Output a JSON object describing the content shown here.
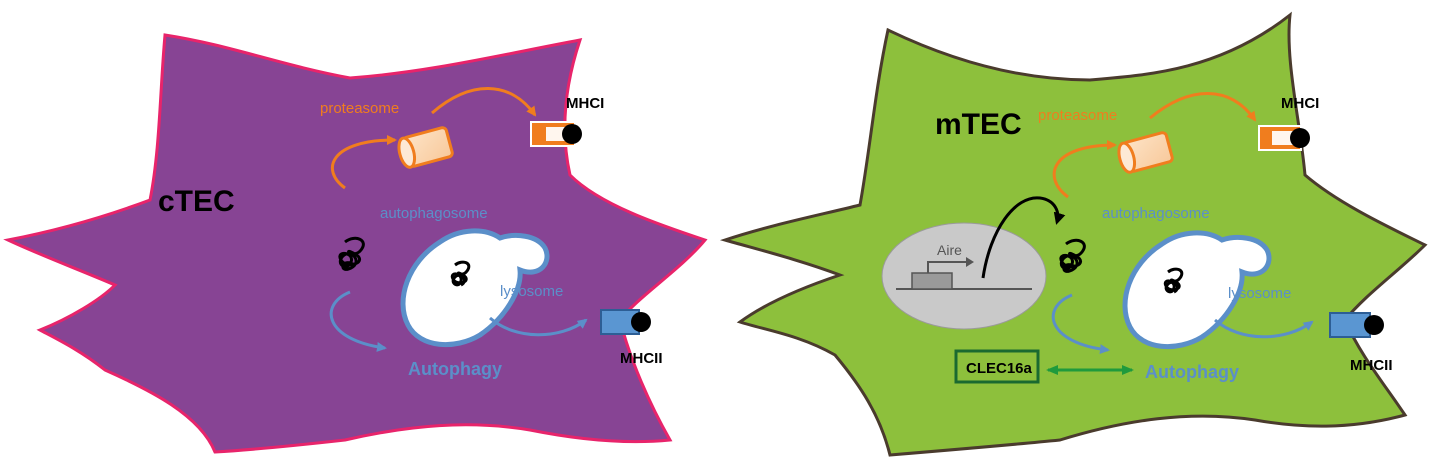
{
  "cells": [
    {
      "label": "cTEC",
      "fill": "#874494",
      "outline": "#e8246b",
      "proteasome": "proteasome",
      "autophagosome": "autophagosome",
      "lysosome": "lysosome",
      "autophagy": "Autophagy",
      "mhc1": "MHCI",
      "mhc2": "MHCII"
    },
    {
      "label": "mTEC",
      "fill": "#8dc03c",
      "outline": "#4a3b2d",
      "proteasome": "proteasome",
      "autophagosome": "autophagosome",
      "lysosome": "lysosome",
      "autophagy": "Autophagy",
      "mhc1": "MHCI",
      "mhc2": "MHCII",
      "aire": "Aire",
      "clec16a": "CLEC16a"
    }
  ],
  "colors": {
    "proteasome": "#f07d1e",
    "mhc1_block": "#f07d1e",
    "mhc2_block": "#5a96d2",
    "autophagy": "#5b8fc9",
    "clec16a_box": "#1a6a30",
    "clec16a_arrow": "#1f9a3d",
    "nucleus": "#c9c9c9"
  }
}
